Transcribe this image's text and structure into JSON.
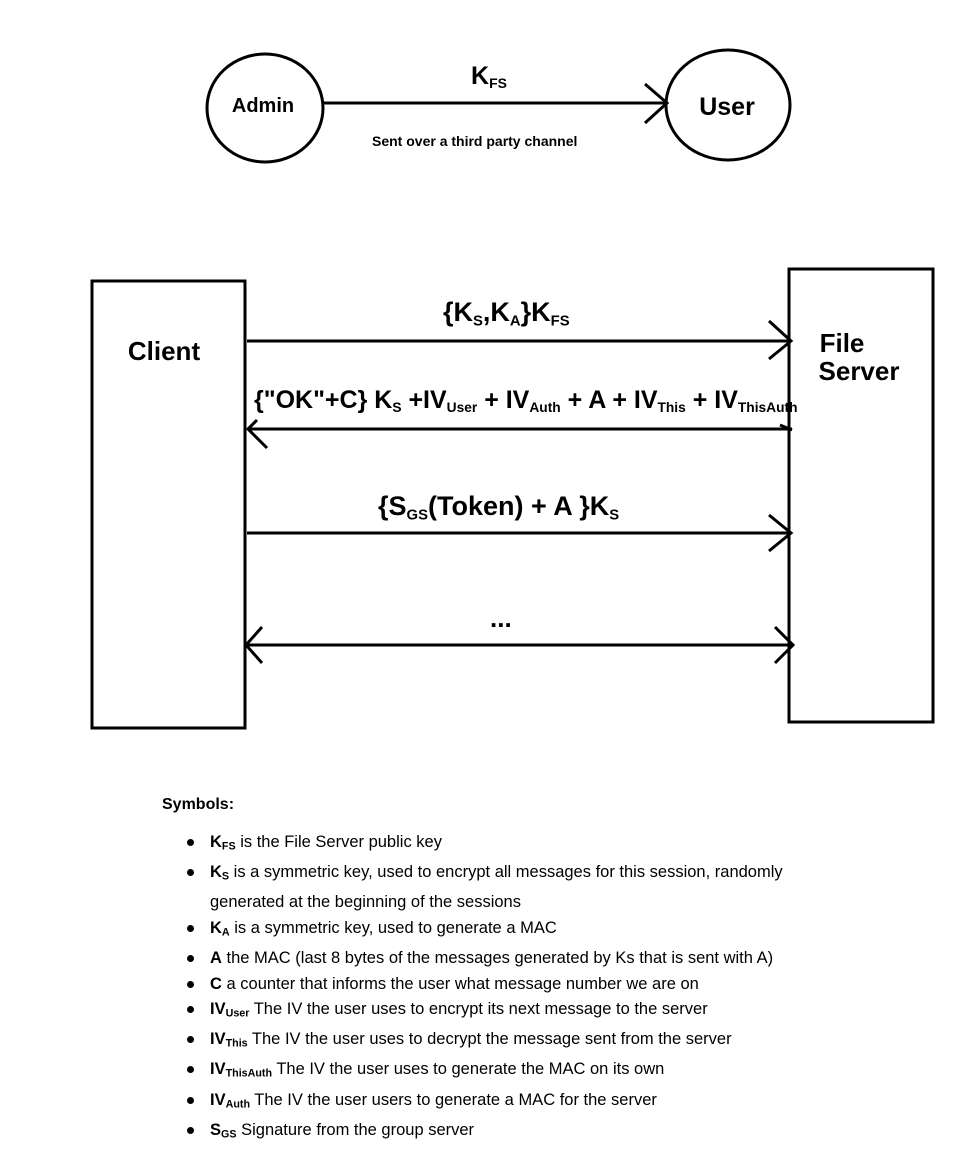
{
  "top": {
    "admin_label": "Admin",
    "user_label": "User",
    "arrow_key": "K",
    "arrow_key_sub": "FS",
    "channel_note": "Sent over a third party channel"
  },
  "lanes": {
    "client_label": "Client",
    "server_line1": "File",
    "server_line2": "Server"
  },
  "messages": {
    "m1": {
      "p1": "{K",
      "s1": "S",
      "p2": ",K",
      "s2": "A",
      "p3": "}K",
      "s3": "FS"
    },
    "m2": {
      "p1": "{\"OK\"+C} K",
      "s1": "S",
      "p2": " +IV",
      "s2": "User",
      "p3": " + IV",
      "s3": "Auth",
      "p4": " + A + IV",
      "s4": "This",
      "p5": " + IV",
      "s5": "ThisAuth"
    },
    "m3": {
      "p1": "{S",
      "s1": "GS",
      "p2": "(Token) + A }K",
      "s2": "S"
    },
    "m4": {
      "text": "..."
    }
  },
  "legend": {
    "title": "Symbols:",
    "items": [
      {
        "sym": "K",
        "sub": "FS",
        "text": " is the File Server public key"
      },
      {
        "sym": "K",
        "sub": "S",
        "text": " is a symmetric key, used to encrypt all messages for this session, randomly generated at the beginning of the sessions"
      },
      {
        "sym": "K",
        "sub": "A",
        "text": " is a symmetric key, used to generate a MAC"
      },
      {
        "sym": "A",
        "sub": "",
        "text": " the MAC (last 8 bytes of the messages generated by Ks that is sent with A)"
      },
      {
        "sym": "C",
        "sub": "",
        "text": " a counter that informs the user what message number we are on"
      },
      {
        "sym": "IV",
        "sub": "User",
        "text": " The IV the user uses to encrypt its next message to the server"
      },
      {
        "sym": "IV",
        "sub": "This",
        "text": " The IV the user uses to decrypt the message sent from the server"
      },
      {
        "sym": "IV",
        "sub": "ThisAuth",
        "text": " The IV the user uses to generate the MAC on its own"
      },
      {
        "sym": "IV",
        "sub": "Auth",
        "text": " The IV the user users to generate a MAC for the server"
      },
      {
        "sym": "S",
        "sub": "GS",
        "text": " Signature from the group server"
      }
    ]
  }
}
